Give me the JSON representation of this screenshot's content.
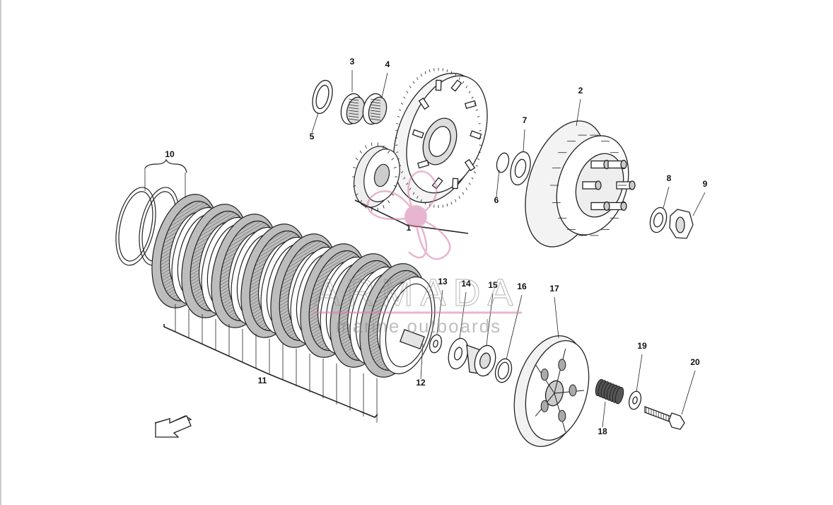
{
  "diagram": {
    "callouts": [
      {
        "id": "1",
        "label": "1"
      },
      {
        "id": "2",
        "label": "2"
      },
      {
        "id": "3",
        "label": "3"
      },
      {
        "id": "4",
        "label": "4"
      },
      {
        "id": "5",
        "label": "5"
      },
      {
        "id": "6",
        "label": "6"
      },
      {
        "id": "7",
        "label": "7"
      },
      {
        "id": "8",
        "label": "8"
      },
      {
        "id": "9",
        "label": "9"
      },
      {
        "id": "10",
        "label": "10"
      },
      {
        "id": "11",
        "label": "11"
      },
      {
        "id": "12",
        "label": "12"
      },
      {
        "id": "13",
        "label": "13"
      },
      {
        "id": "14",
        "label": "14"
      },
      {
        "id": "15",
        "label": "15"
      },
      {
        "id": "16",
        "label": "16"
      },
      {
        "id": "17",
        "label": "17"
      },
      {
        "id": "18",
        "label": "18"
      },
      {
        "id": "19",
        "label": "19"
      },
      {
        "id": "20",
        "label": "20"
      }
    ]
  },
  "watermark": {
    "brand": "ARMADA",
    "tagline": "marine outboards",
    "color": "#d77aa8"
  },
  "icons": {
    "direction_arrow": "arrow-down-left-icon",
    "logo": "propeller-logo-icon"
  }
}
